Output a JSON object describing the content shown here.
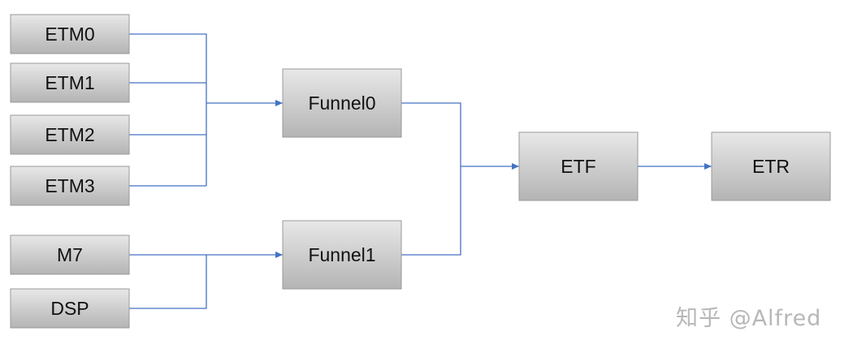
{
  "diagram": {
    "nodes": {
      "etm0": "ETM0",
      "etm1": "ETM1",
      "etm2": "ETM2",
      "etm3": "ETM3",
      "m7": "M7",
      "dsp": "DSP",
      "funnel0": "Funnel0",
      "funnel1": "Funnel1",
      "etf": "ETF",
      "etr": "ETR"
    },
    "colors": {
      "node_fill_top": "#e8e8e8",
      "node_fill_bottom": "#b4b4b4",
      "node_border": "#9a9a9a",
      "connector": "#4472c4"
    }
  },
  "watermark": "知乎 @Alfred"
}
